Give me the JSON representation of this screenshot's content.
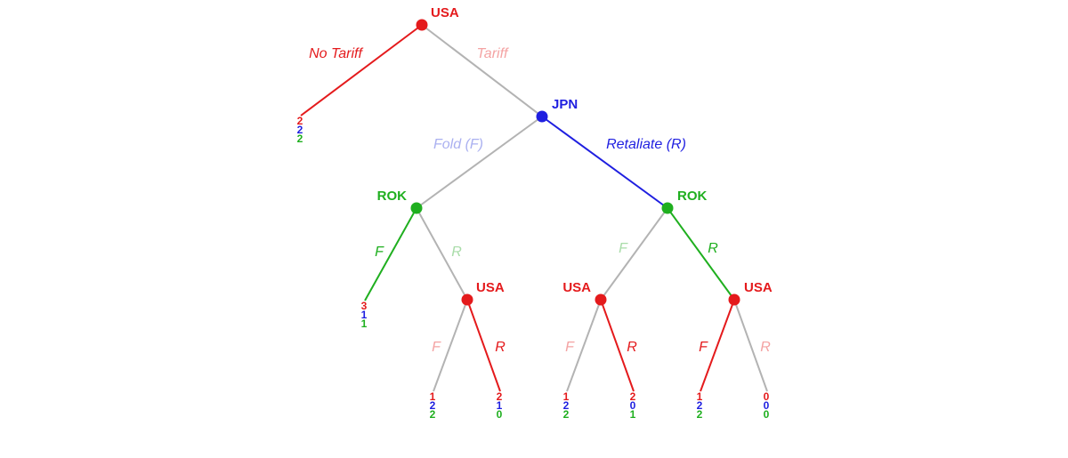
{
  "colors": {
    "usa": "#e41a1c",
    "jpn": "#1f1fe0",
    "rok": "#1faf1f",
    "inactive_edge": "#b3b3b3",
    "usa_faded": "#f4a3a3",
    "jpn_faded": "#aab0f0",
    "rok_faded": "#a8dca8"
  },
  "players": {
    "usa": "USA",
    "jpn": "JPN",
    "rok": "ROK"
  },
  "nodes": [
    {
      "id": "root",
      "player": "usa",
      "label": "USA"
    },
    {
      "id": "jpn",
      "player": "jpn",
      "label": "JPN"
    },
    {
      "id": "rok_left",
      "player": "rok",
      "label": "ROK"
    },
    {
      "id": "rok_right",
      "player": "rok",
      "label": "ROK"
    },
    {
      "id": "usa_a",
      "player": "usa",
      "label": "USA"
    },
    {
      "id": "usa_b",
      "player": "usa",
      "label": "USA"
    },
    {
      "id": "usa_c",
      "player": "usa",
      "label": "USA"
    }
  ],
  "actions": [
    {
      "id": "no_tariff",
      "from": "root",
      "to": "leaf1",
      "label": "No Tariff",
      "chosen": true,
      "player": "usa"
    },
    {
      "id": "tariff",
      "from": "root",
      "to": "jpn",
      "label": "Tariff",
      "chosen": false,
      "player": "usa"
    },
    {
      "id": "fold",
      "from": "jpn",
      "to": "rok_left",
      "label": "Fold (F)",
      "chosen": false,
      "player": "jpn"
    },
    {
      "id": "retaliate",
      "from": "jpn",
      "to": "rok_right",
      "label": "Retaliate (R)",
      "chosen": true,
      "player": "jpn"
    },
    {
      "id": "rokl_f",
      "from": "rok_left",
      "to": "leaf2",
      "label": "F",
      "chosen": true,
      "player": "rok"
    },
    {
      "id": "rokl_r",
      "from": "rok_left",
      "to": "usa_a",
      "label": "R",
      "chosen": false,
      "player": "rok"
    },
    {
      "id": "rokr_f",
      "from": "rok_right",
      "to": "usa_b",
      "label": "F",
      "chosen": false,
      "player": "rok"
    },
    {
      "id": "rokr_r",
      "from": "rok_right",
      "to": "usa_c",
      "label": "R",
      "chosen": true,
      "player": "rok"
    },
    {
      "id": "usaa_f",
      "from": "usa_a",
      "to": "leaf3",
      "label": "F",
      "chosen": false,
      "player": "usa"
    },
    {
      "id": "usaa_r",
      "from": "usa_a",
      "to": "leaf4",
      "label": "R",
      "chosen": true,
      "player": "usa"
    },
    {
      "id": "usab_f",
      "from": "usa_b",
      "to": "leaf5",
      "label": "F",
      "chosen": false,
      "player": "usa"
    },
    {
      "id": "usab_r",
      "from": "usa_b",
      "to": "leaf6",
      "label": "R",
      "chosen": true,
      "player": "usa"
    },
    {
      "id": "usac_f",
      "from": "usa_c",
      "to": "leaf7",
      "label": "F",
      "chosen": true,
      "player": "usa"
    },
    {
      "id": "usac_r",
      "from": "usa_c",
      "to": "leaf8",
      "label": "R",
      "chosen": false,
      "player": "usa"
    }
  ],
  "payoffs": [
    {
      "id": "leaf1",
      "usa": "2",
      "jpn": "2",
      "rok": "2"
    },
    {
      "id": "leaf2",
      "usa": "3",
      "jpn": "1",
      "rok": "1"
    },
    {
      "id": "leaf3",
      "usa": "1",
      "jpn": "2",
      "rok": "2"
    },
    {
      "id": "leaf4",
      "usa": "2",
      "jpn": "1",
      "rok": "0"
    },
    {
      "id": "leaf5",
      "usa": "1",
      "jpn": "2",
      "rok": "2"
    },
    {
      "id": "leaf6",
      "usa": "2",
      "jpn": "0",
      "rok": "1"
    },
    {
      "id": "leaf7",
      "usa": "1",
      "jpn": "2",
      "rok": "2"
    },
    {
      "id": "leaf8",
      "usa": "0",
      "jpn": "0",
      "rok": "0"
    }
  ]
}
